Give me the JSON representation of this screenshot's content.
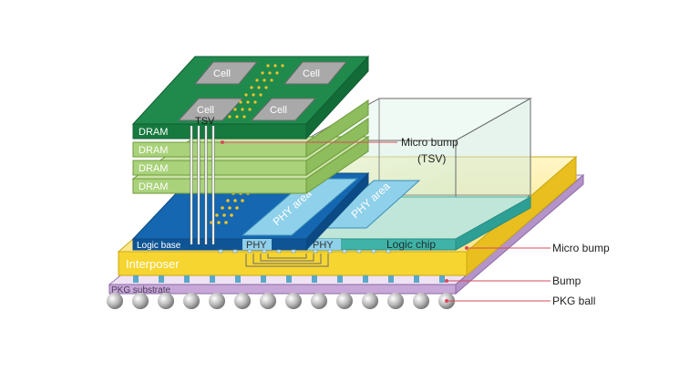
{
  "labels": {
    "cell": "Cell",
    "tsv": "TSV",
    "dram": "DRAM",
    "phy_area": "PHY area",
    "logic_base": "Logic base",
    "phy": "PHY",
    "logic_chip": "Logic chip",
    "interposer": "Interposer",
    "pkg_substrate": "PKG substrate"
  },
  "callouts": {
    "micro_bump_tsv_line1": "Micro bump",
    "micro_bump_tsv_line2": "(TSV)",
    "micro_bump": "Micro bump",
    "bump": "Bump",
    "pkg_ball": "PKG ball"
  },
  "colors": {
    "dram_top": "#1f8a4c",
    "dram_layer": "#a9d27a",
    "logic_base": "#1467b0",
    "phy_area": "#7cc6ea",
    "logic_chip_glass": "#cfeee0",
    "logic_chip_edge": "#3fb3a8",
    "interposer": "#f7d530",
    "pkg_substrate": "#c8a8d8",
    "callout_line": "#d94a5a"
  }
}
